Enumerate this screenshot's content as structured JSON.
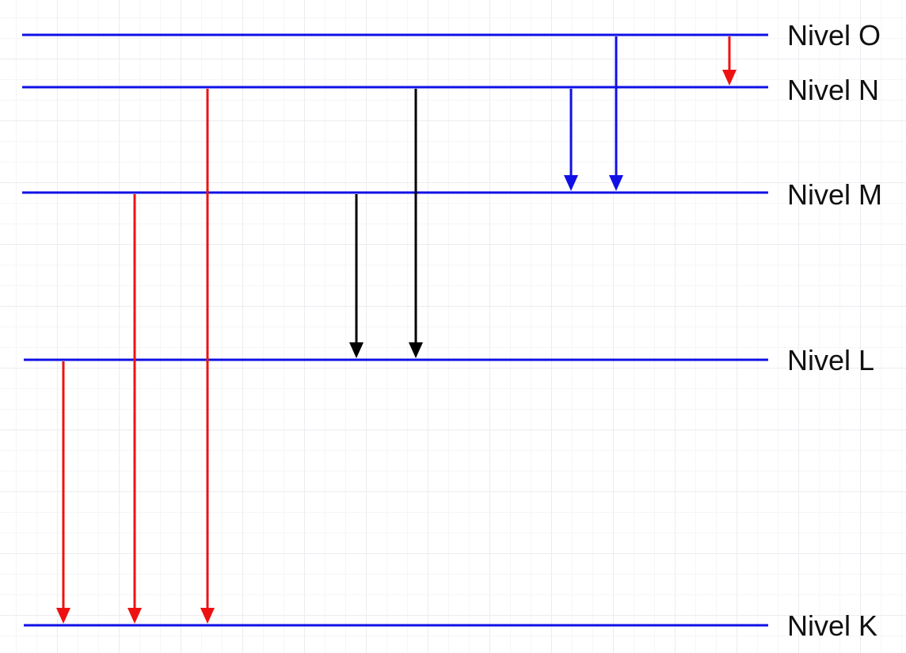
{
  "levels": [
    {
      "id": "O",
      "label": "Nivel O"
    },
    {
      "id": "N",
      "label": "Nivel N"
    },
    {
      "id": "M",
      "label": "Nivel M"
    },
    {
      "id": "L",
      "label": "Nivel L"
    },
    {
      "id": "K",
      "label": "Nivel K"
    }
  ],
  "transitions": [
    {
      "from": "L",
      "to": "K",
      "color": "red"
    },
    {
      "from": "M",
      "to": "K",
      "color": "red"
    },
    {
      "from": "N",
      "to": "K",
      "color": "red"
    },
    {
      "from": "M",
      "to": "L",
      "color": "black"
    },
    {
      "from": "N",
      "to": "L",
      "color": "black"
    },
    {
      "from": "N",
      "to": "M",
      "color": "blue"
    },
    {
      "from": "O",
      "to": "M",
      "color": "blue"
    },
    {
      "from": "O",
      "to": "N",
      "color": "red"
    }
  ],
  "colors": {
    "level_line": "#1010e6",
    "red": "#ee1111",
    "black": "#000000",
    "blue": "#1010e6"
  }
}
